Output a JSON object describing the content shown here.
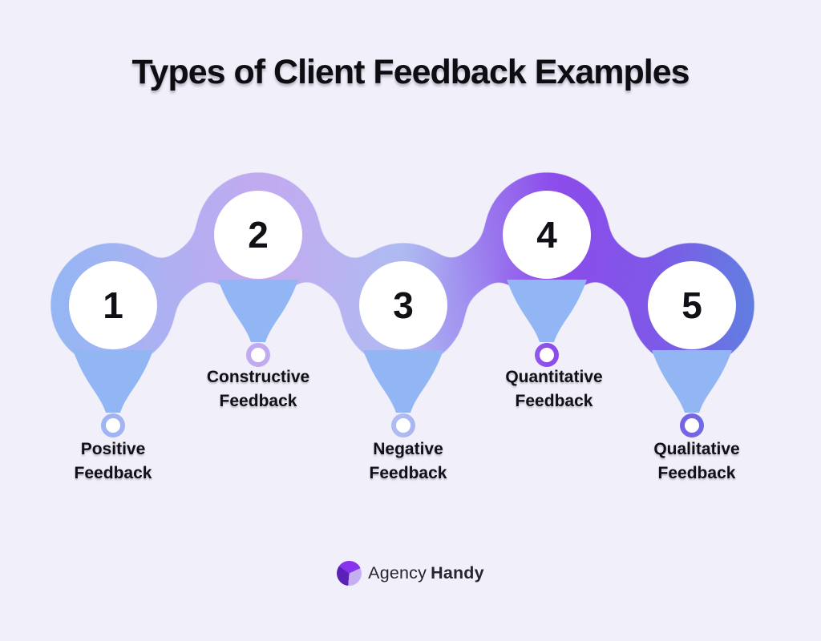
{
  "title": "Types of Client Feedback Examples",
  "nodes": [
    {
      "number": "1",
      "label": "Positive\nFeedback"
    },
    {
      "number": "2",
      "label": "Constructive\nFeedback"
    },
    {
      "number": "3",
      "label": "Negative\nFeedback"
    },
    {
      "number": "4",
      "label": "Quantitative\nFeedback"
    },
    {
      "number": "5",
      "label": "Qualitative\nFeedback"
    }
  ],
  "colors": {
    "background": "#F1F0FA",
    "title_text": "#0D0D12",
    "label_text": "#101016",
    "number_text": "#101016",
    "node_face": "#FFFFFF",
    "gradient": [
      "#92B6F4",
      "#A8B2F2",
      "#C3A9F0",
      "#AEBCF2",
      "#8C4BEB",
      "#7E58E7",
      "#5E82E0"
    ]
  },
  "brand": {
    "name_regular": "Agency",
    "name_bold": "Handy",
    "logo_colors": [
      "#8833EE",
      "#C5AFF2",
      "#5B21B6"
    ]
  }
}
